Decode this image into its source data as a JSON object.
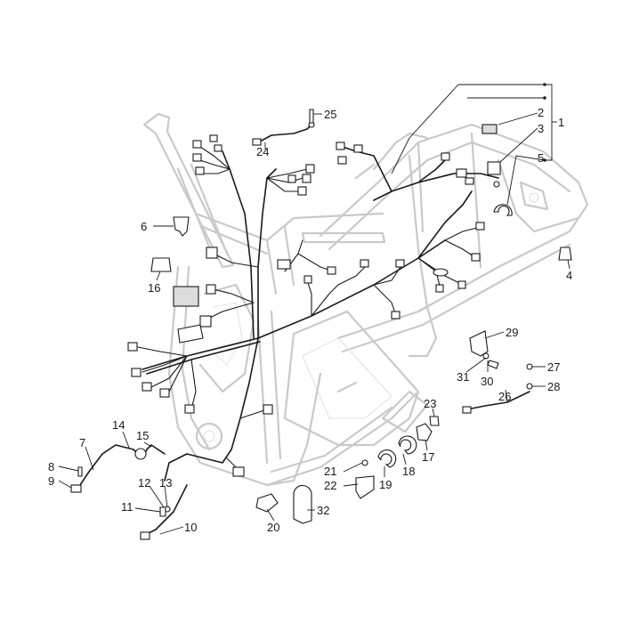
{
  "callouts": [
    {
      "id": "1",
      "label": "1"
    },
    {
      "id": "2",
      "label": "2"
    },
    {
      "id": "3",
      "label": "3"
    },
    {
      "id": "4",
      "label": "4"
    },
    {
      "id": "5",
      "label": "5"
    },
    {
      "id": "6",
      "label": "6"
    },
    {
      "id": "7",
      "label": "7"
    },
    {
      "id": "8",
      "label": "8"
    },
    {
      "id": "9",
      "label": "9"
    },
    {
      "id": "10",
      "label": "10"
    },
    {
      "id": "11",
      "label": "11"
    },
    {
      "id": "12",
      "label": "12"
    },
    {
      "id": "13",
      "label": "13"
    },
    {
      "id": "14",
      "label": "14"
    },
    {
      "id": "15",
      "label": "15"
    },
    {
      "id": "16",
      "label": "16"
    },
    {
      "id": "17",
      "label": "17"
    },
    {
      "id": "18",
      "label": "18"
    },
    {
      "id": "19",
      "label": "19"
    },
    {
      "id": "20",
      "label": "20"
    },
    {
      "id": "21",
      "label": "21"
    },
    {
      "id": "22",
      "label": "22"
    },
    {
      "id": "23",
      "label": "23"
    },
    {
      "id": "24",
      "label": "24"
    },
    {
      "id": "25",
      "label": "25"
    },
    {
      "id": "26",
      "label": "26"
    },
    {
      "id": "27",
      "label": "27"
    },
    {
      "id": "28",
      "label": "28"
    },
    {
      "id": "29",
      "label": "29"
    },
    {
      "id": "30",
      "label": "30"
    },
    {
      "id": "31",
      "label": "31"
    },
    {
      "id": "32",
      "label": "32"
    }
  ]
}
